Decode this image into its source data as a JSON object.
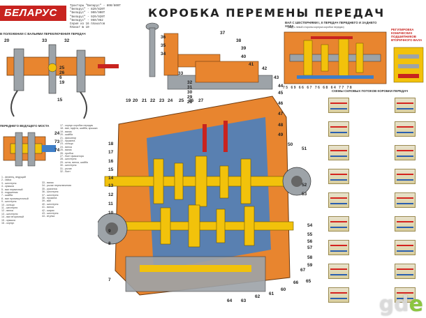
{
  "brand": {
    "name": "БЕЛАРУС"
  },
  "models": [
    "Тракторы \"Беларус\" - 800/800Т",
    "\"Беларус\" - 820/820Т",
    "\"Беларус\" - 900/900Т",
    "\"Беларус\" - 920/920Т",
    "\"Беларус\" - 950/952",
    "Серия из 16 плакатов",
    "Плакат № 10"
  ],
  "title": "КОРОБКА ПЕРЕМЕНЫ ПЕРЕДАЧ",
  "captions": {
    "shift_shaft": "ВАЛ С ШЕСТЕРНЯМИ I, II ПЕРЕДАЧ ПЕРЕДНЕГО И ЗАДНЕГО ХОДА",
    "shift_shaft_sub": "(Вид с левой стороны корпуса коробки передач)",
    "shift_lever": "В ПОЛОЖЕНИИ С ВАЛЬЯМИ ПЕРЕКЛЮЧЕНИЯ ПЕРЕДАЧ",
    "front_drive": "ПЕРЕДНЕГО ВЕДУЩЕГО МОСТА",
    "regulation": "РЕГУЛИРОВКА КОНИЧЕСКИХ ПОДШИПНИКОВ ВТОРИЧНОГО ВАЛА",
    "schemes": "СХЕМЫ СИЛОВЫХ ПОТОКОВ КОРОБКИ ПЕРЕДАЧ"
  },
  "callouts": {
    "top_center": [
      "36",
      "35",
      "34",
      "33",
      "32",
      "31",
      "30",
      "29",
      "28"
    ],
    "top_right_assy": [
      "37",
      "38",
      "39",
      "40",
      "41",
      "42",
      "43",
      "44",
      "45",
      "46",
      "47",
      "48",
      "49",
      "50",
      "51",
      "52",
      "53"
    ],
    "top_row": [
      "19",
      "20",
      "21",
      "22",
      "23",
      "24",
      "25",
      "26",
      "27"
    ],
    "left_col": [
      "18",
      "17",
      "16",
      "15",
      "14",
      "13",
      "12",
      "11",
      "10",
      "9",
      "8",
      "7"
    ],
    "bottom_row": [
      "64",
      "63",
      "62",
      "61",
      "60",
      "67",
      "66",
      "65"
    ],
    "right_col": [
      "54",
      "55",
      "56",
      "57",
      "58",
      "59"
    ],
    "shaft_row": [
      "75",
      "69",
      "66",
      "67",
      "76",
      "68",
      "64",
      "77",
      "78"
    ],
    "left_top_nums": [
      "20",
      "33",
      "32",
      "25",
      "26",
      "6",
      "19",
      "15"
    ],
    "left_mid_nums": [
      "24",
      "73",
      "74"
    ]
  },
  "legend_left": [
    "1 - фланец, ведущий",
    "2 - гайка",
    "3 - шестерня",
    "4 - крышка",
    "5 - вал первичный",
    "6 - подшипник",
    "7 - шайба",
    "8 - вал промежуточный",
    "9 - шестерня",
    "10 - кольцо",
    "11 - шестерня",
    "12 - вилка",
    "13 - шестерня",
    "14 - вал вторичный",
    "15 - крышка",
    "16 - корпус"
  ],
  "legend_center": [
    "17 - корпус коробки передач",
    "18 - вал, муфта, шайба, крышка",
    "19 - валик",
    "20 - шайба",
    "21 - фиксатор",
    "22 - пружина",
    "23 - кольцо",
    "24 - вилка",
    "25 - валик",
    "26 - пробка",
    "27 - болт фиксатора",
    "28 - шестерня",
    "29 - шток, вилка, шайба",
    "30 - шестерня",
    "31 - рычаг",
    "32 - болт"
  ],
  "legend_bottom": [
    "33 - валик",
    "34 - рычаг переключения",
    "35 - рукоятка",
    "36 - шестерня",
    "37 - шестерня",
    "38 - пружина",
    "39 - вал",
    "40 - шестерня",
    "41 - вилка",
    "42 - шарик",
    "43 - шестерня",
    "44 - втулка"
  ],
  "schemes": {
    "count_left": 9,
    "count_right": 9
  },
  "watermark": {
    "left": "gd",
    "dot": "e"
  },
  "colors": {
    "housing_orange": "#e8852f",
    "gear_yellow": "#f2c20b",
    "oil_blue": "#3f7fc8",
    "red_accent": "#c8231f",
    "steel_grey": "#9da3a8"
  }
}
